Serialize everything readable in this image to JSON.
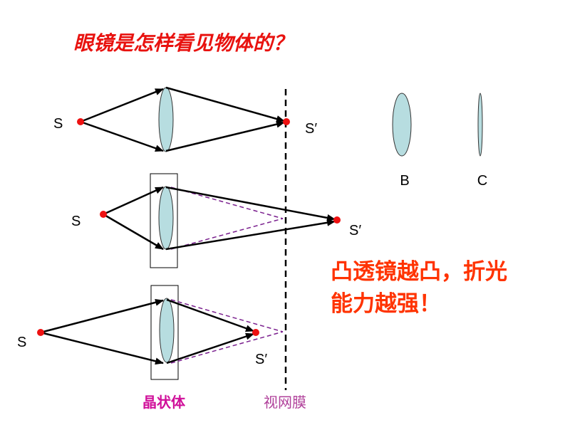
{
  "slide": {
    "title": "眼镜是怎样看见物体的？",
    "callout_line1": "凸透镜越凸，折光",
    "callout_line2": "能力越强！",
    "label_lens": "晶状体",
    "label_retina": "视网膜"
  },
  "diagrams": {
    "source_label": "S",
    "image_label": "S′",
    "lens_b_label": "B",
    "lens_c_label": "C"
  },
  "colors": {
    "title_red": "#e8120f",
    "callout_red": "#ff3300",
    "label_magenta": "#d0109a",
    "retina_purple": "#b0409a",
    "lens_fill": "#b7dde0",
    "ray": "#000000",
    "dashed_ray": "#7a1f8e",
    "point_red": "#ee1111"
  }
}
